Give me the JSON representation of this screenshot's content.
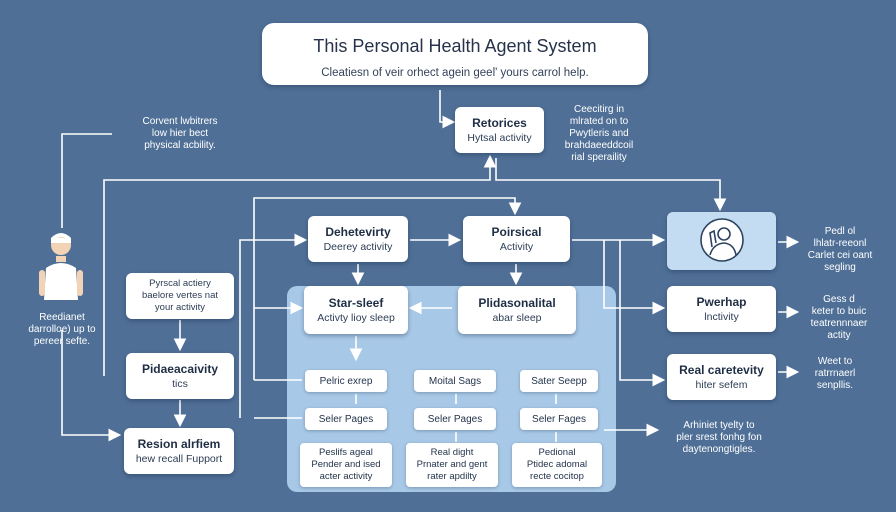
{
  "header": {
    "title": "This Personal Health Agent System",
    "subtitle": "Cleatiesn of veir orhect agein geel' yours carrol help."
  },
  "top_box": {
    "title": "Retorices",
    "sub": "Hytsal activity"
  },
  "top_note": "Ceecitirg in\nmlrated on to\nPwytleris and\nbrahdaeeddcoil\nrial speraility",
  "left_note": "Corvent lwbitrers\nlow hier bect\nphysical acbility.",
  "user_caption": "Reedianet\ndarrolloe) up to\npereer sefte.",
  "nodes": {
    "physcal_actiery": "Pyrscal actiery\nbaelore vertes nat\nyour activity",
    "pidaeacaivity": {
      "title": "Pidaeacaivity",
      "sub": "tics"
    },
    "resion_alrfiem": {
      "title": "Resion alrfiem",
      "sub": "hew recall Fupport"
    },
    "dehetevirty": {
      "title": "Dehetevirty",
      "sub": "Deerey activity"
    },
    "poirsical": {
      "title": "Poirsical",
      "sub": "Activity"
    },
    "star_sleef": {
      "title": "Star-sleef",
      "sub": "Activty lioy sleep"
    },
    "plidasonalitail": {
      "title": "Plidasonalital",
      "sub": "abar sleep"
    },
    "pwerhap": {
      "title": "Pwerhap",
      "sub": "lnctivity"
    },
    "real_caretevity": {
      "title": "Real caretevity",
      "sub": "hiter sefem"
    }
  },
  "small_boxes": {
    "row1": [
      "Pelric exrep",
      "Moital Sags",
      "Sater Seepp"
    ],
    "row2": [
      "Seler Pages",
      "Seler Pages",
      "Seler Fages"
    ],
    "row3": [
      "Peslifs ageal\nPender and ised\nacter activity",
      "Real dight\nPrnater and gent\nrater apdilty",
      "Pedional\nPtidec adomal\nrecte cocitop"
    ]
  },
  "right_notes": {
    "n1": "Pedl ol\nlhlatr-reeonl\nCarlet cei oant\nsegling",
    "n2": "Gess d\nketer to buic\nteatrennnaer\nactity",
    "n3": "Weet to\nratrrnaerl\nsenpllis.",
    "n4": "Arhiniet tyelty to\npler srest fonhg fon\ndaytenongtigles."
  },
  "icons": {
    "user": "person-icon",
    "agent": "agent-avatar-icon"
  },
  "colors": {
    "background": "#4f6f96",
    "panel": "#a7c8e6",
    "agent_card": "#c4dcf2"
  }
}
